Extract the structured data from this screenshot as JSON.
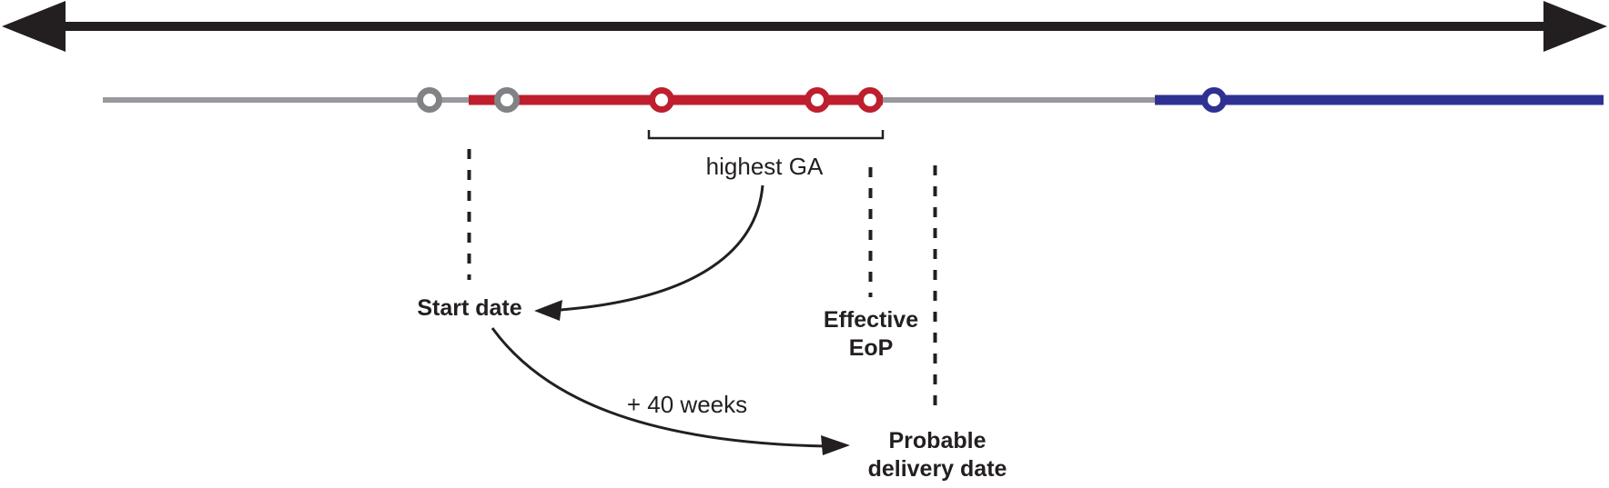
{
  "colors": {
    "black": "#231f20",
    "red": "#be1e2d",
    "blue": "#2e3192",
    "gray_line": "#97999c",
    "gray_marker": "#808285",
    "bg": "#ffffff"
  },
  "axis": {
    "type": "double-headed-time-axis"
  },
  "timeline": {
    "segments": [
      {
        "name": "left-gray-segment",
        "color": "gray"
      },
      {
        "name": "red-segment",
        "color": "red"
      },
      {
        "name": "middle-gray-segment",
        "color": "gray"
      },
      {
        "name": "blue-segment",
        "color": "blue"
      }
    ],
    "markers": [
      {
        "name": "gray-marker-1",
        "color": "gray"
      },
      {
        "name": "gray-marker-2",
        "color": "gray"
      },
      {
        "name": "red-marker-1",
        "color": "red"
      },
      {
        "name": "red-marker-2",
        "color": "red"
      },
      {
        "name": "red-marker-3",
        "color": "red"
      },
      {
        "name": "blue-marker",
        "color": "blue"
      }
    ]
  },
  "annotations": {
    "bracket_label": "highest GA",
    "start_date_label": "Start date",
    "effective_eop_line1": "Effective",
    "effective_eop_line2": "EoP",
    "arrow_label": "+ 40 weeks",
    "probable_delivery_line1": "Probable",
    "probable_delivery_line2": "delivery date"
  }
}
